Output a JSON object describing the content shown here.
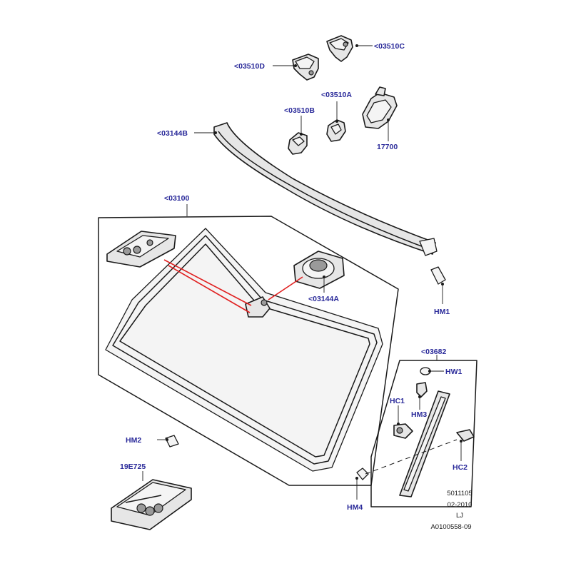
{
  "diagram": {
    "labels": {
      "c03510C": "<03510C",
      "c03510D": "<03510D",
      "c03510A": "<03510A",
      "c03510B": "<03510B",
      "c17700": "17700",
      "c03144B": "<03144B",
      "c03100": "<03100",
      "c03144A": "<03144A",
      "hm1": "HM1",
      "c03682": "<03682",
      "hw1": "HW1",
      "hc1": "HC1",
      "hm3": "HM3",
      "hm2": "HM2",
      "hc2": "HC2",
      "c19E725": "19E725",
      "hm4": "HM4"
    },
    "meta": {
      "line1": "5011105",
      "line2": "02-2010",
      "line3": "LJ",
      "line4": "A0100558-09"
    },
    "colors": {
      "label_text": "#2a2a9a",
      "line_art": "#1a1a1a",
      "highlight": "#e02020",
      "part_fill": "#e6e6e6"
    }
  }
}
